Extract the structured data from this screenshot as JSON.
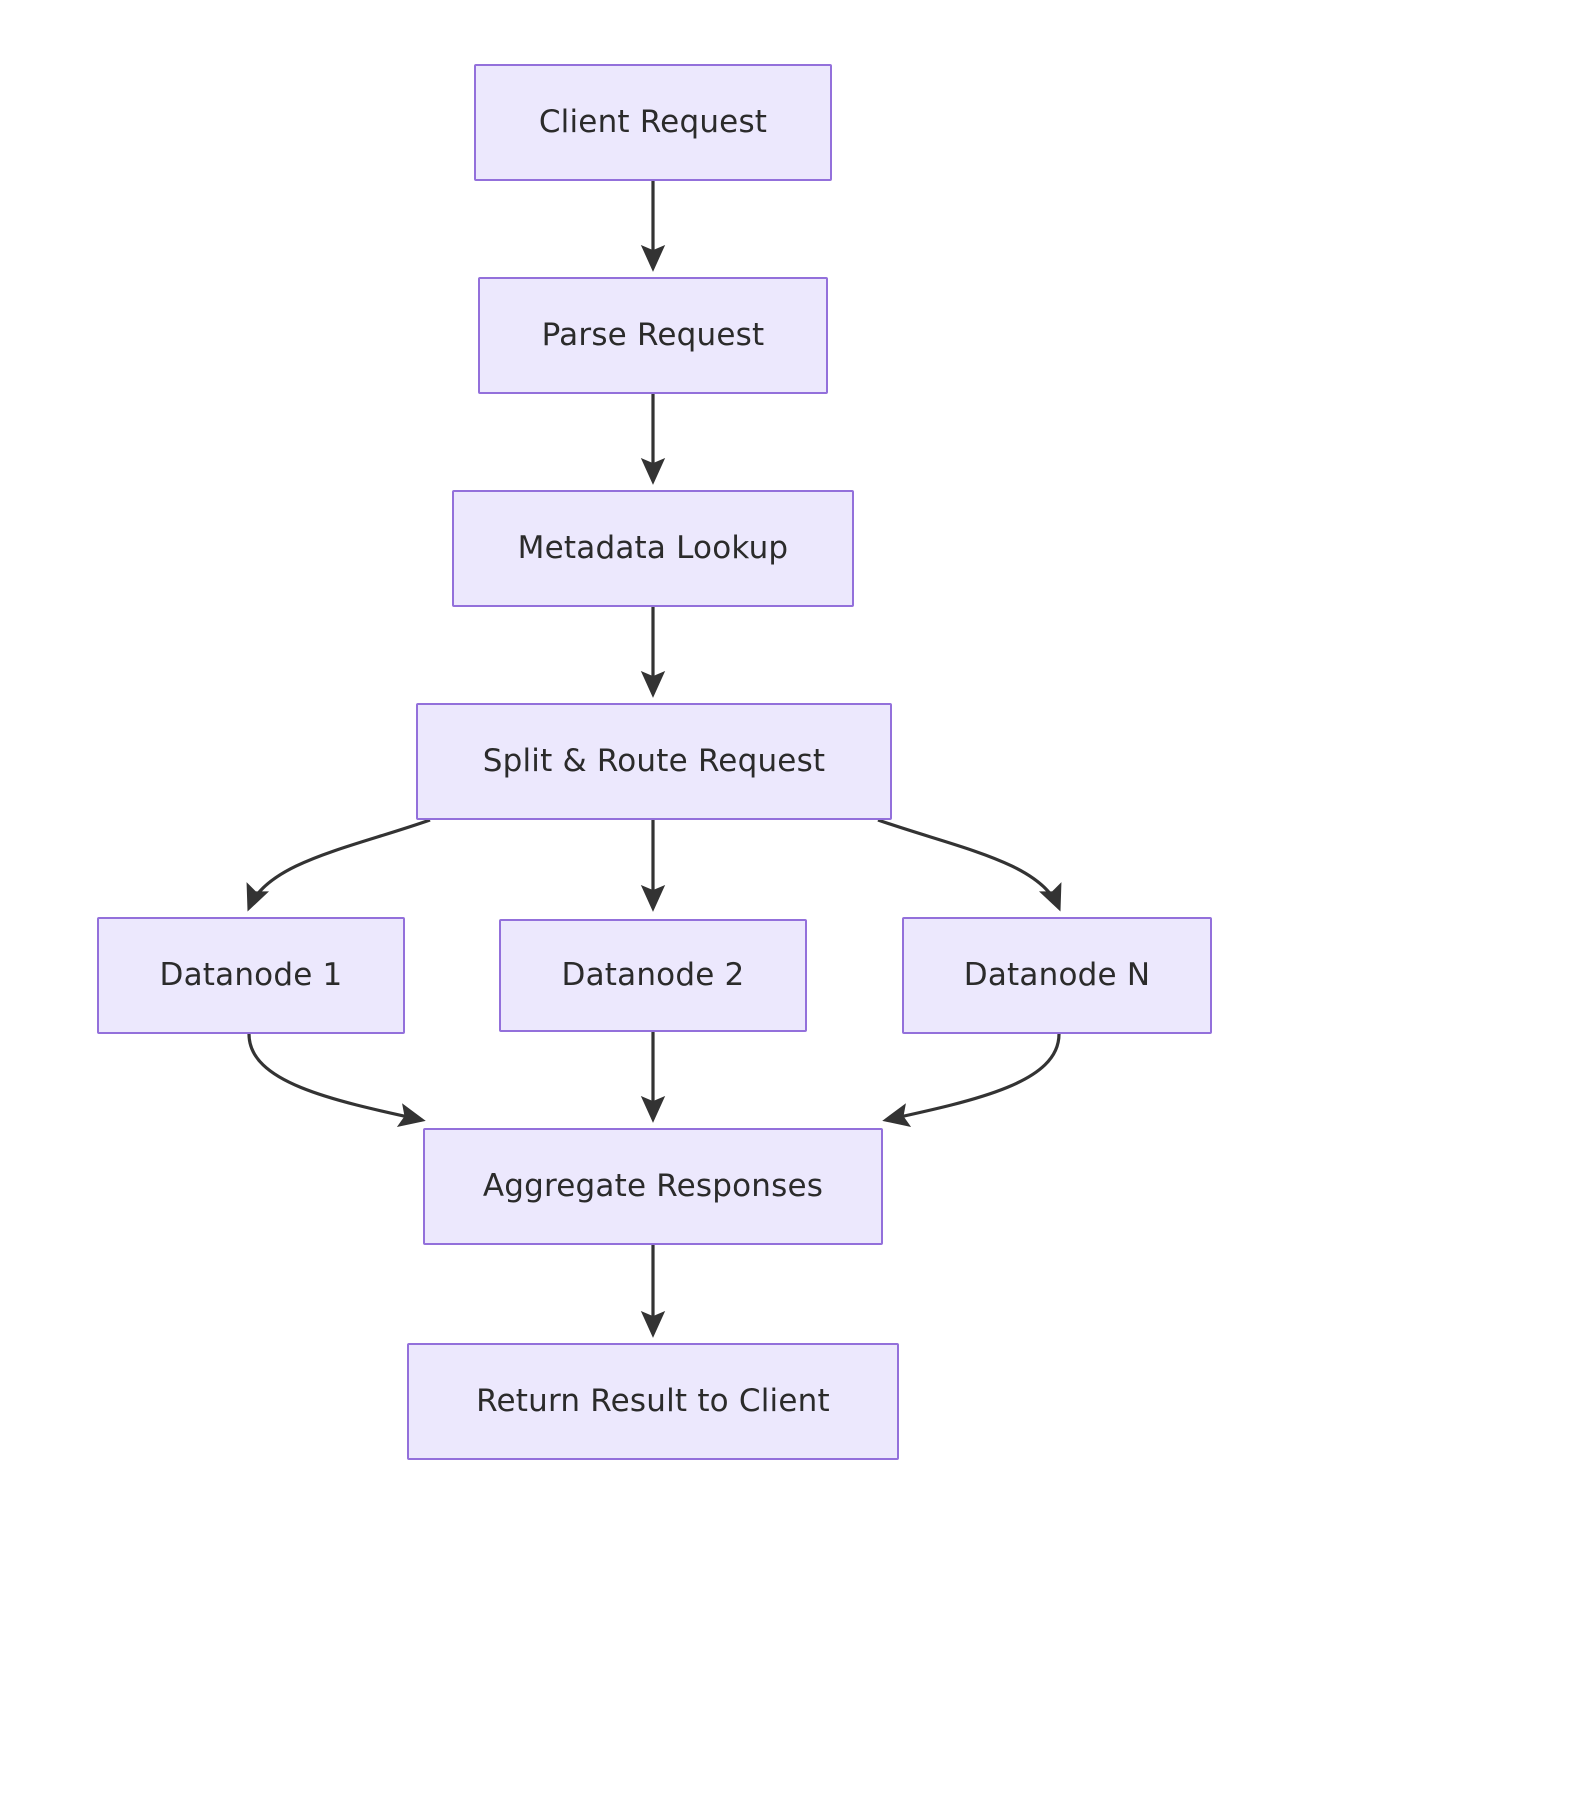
{
  "diagram": {
    "type": "flowchart",
    "direction": "top-to-bottom",
    "title": "",
    "theme": {
      "node_fill": "#ECE8FD",
      "node_border": "#9370DB",
      "node_text": "#2B2B2B",
      "edge_color": "#333333",
      "background": "#FFFFFF"
    },
    "nodes": [
      {
        "id": "client-request",
        "label": "Client Request"
      },
      {
        "id": "parse-request",
        "label": "Parse Request"
      },
      {
        "id": "metadata-lookup",
        "label": "Metadata Lookup"
      },
      {
        "id": "split-route-request",
        "label": "Split & Route Request"
      },
      {
        "id": "datanode-1",
        "label": "Datanode 1"
      },
      {
        "id": "datanode-2",
        "label": "Datanode 2"
      },
      {
        "id": "datanode-n",
        "label": "Datanode N"
      },
      {
        "id": "aggregate-responses",
        "label": "Aggregate Responses"
      },
      {
        "id": "return-result",
        "label": "Return Result to Client"
      }
    ],
    "edges": [
      {
        "from": "client-request",
        "to": "parse-request",
        "label": "",
        "style": "straight"
      },
      {
        "from": "parse-request",
        "to": "metadata-lookup",
        "label": "",
        "style": "straight"
      },
      {
        "from": "metadata-lookup",
        "to": "split-route-request",
        "label": "",
        "style": "straight"
      },
      {
        "from": "split-route-request",
        "to": "datanode-1",
        "label": "",
        "style": "curved"
      },
      {
        "from": "split-route-request",
        "to": "datanode-2",
        "label": "",
        "style": "straight"
      },
      {
        "from": "split-route-request",
        "to": "datanode-n",
        "label": "",
        "style": "curved"
      },
      {
        "from": "datanode-1",
        "to": "aggregate-responses",
        "label": "",
        "style": "curved"
      },
      {
        "from": "datanode-2",
        "to": "aggregate-responses",
        "label": "",
        "style": "straight"
      },
      {
        "from": "datanode-n",
        "to": "aggregate-responses",
        "label": "",
        "style": "curved"
      },
      {
        "from": "aggregate-responses",
        "to": "return-result",
        "label": "",
        "style": "straight"
      }
    ]
  }
}
